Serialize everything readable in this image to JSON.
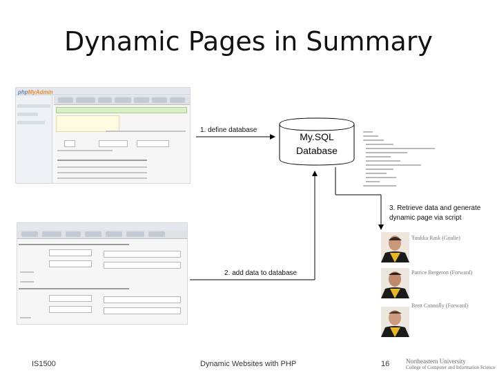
{
  "slide": {
    "title": "Dynamic Pages in Summary"
  },
  "annotations": {
    "step1": "1. define database",
    "step2": "2. add data to database",
    "step3_line1": "3. Retrieve data and generate",
    "step3_line2": "dynamic page via script"
  },
  "database": {
    "line1": "My.SQL",
    "line2": "Database"
  },
  "screenshot_top": {
    "logo_php": "php",
    "logo_admin": "MyAdmin"
  },
  "players": [
    {
      "name": "Tuukka Rask (Goalie)"
    },
    {
      "name": "Patrice Bergeron (Forward)"
    },
    {
      "name": "Brett Connolly (Forward)"
    }
  ],
  "footer": {
    "course": "IS1500",
    "center": "Dynamic Websites with PHP",
    "page": "16",
    "org_line1": "Northeastern University",
    "org_line2": "College of Computer and Information Science"
  },
  "colors": {
    "accent_orange": "#e9882e",
    "pma_blue": "#6a88b5",
    "success_green": "#dbeec8"
  }
}
